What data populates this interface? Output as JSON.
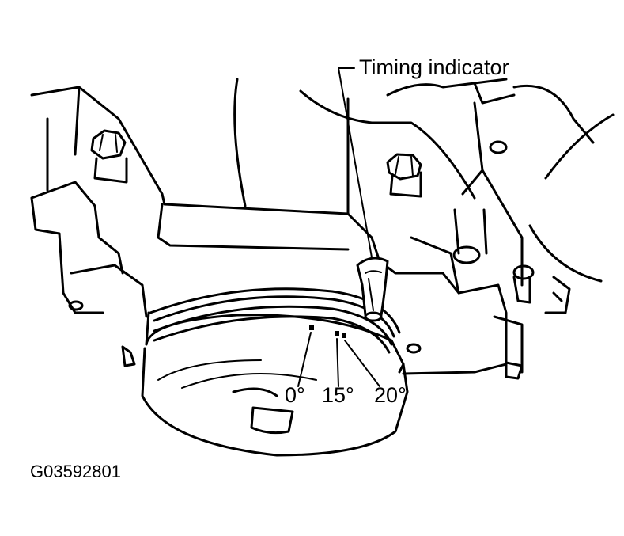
{
  "diagram": {
    "callout_label": "Timing indicator",
    "marks": [
      {
        "label": "0°"
      },
      {
        "label": "15°"
      },
      {
        "label": "20°"
      }
    ],
    "figure_code": "G03592801"
  },
  "colors": {
    "line": "#000000",
    "background": "#ffffff"
  }
}
